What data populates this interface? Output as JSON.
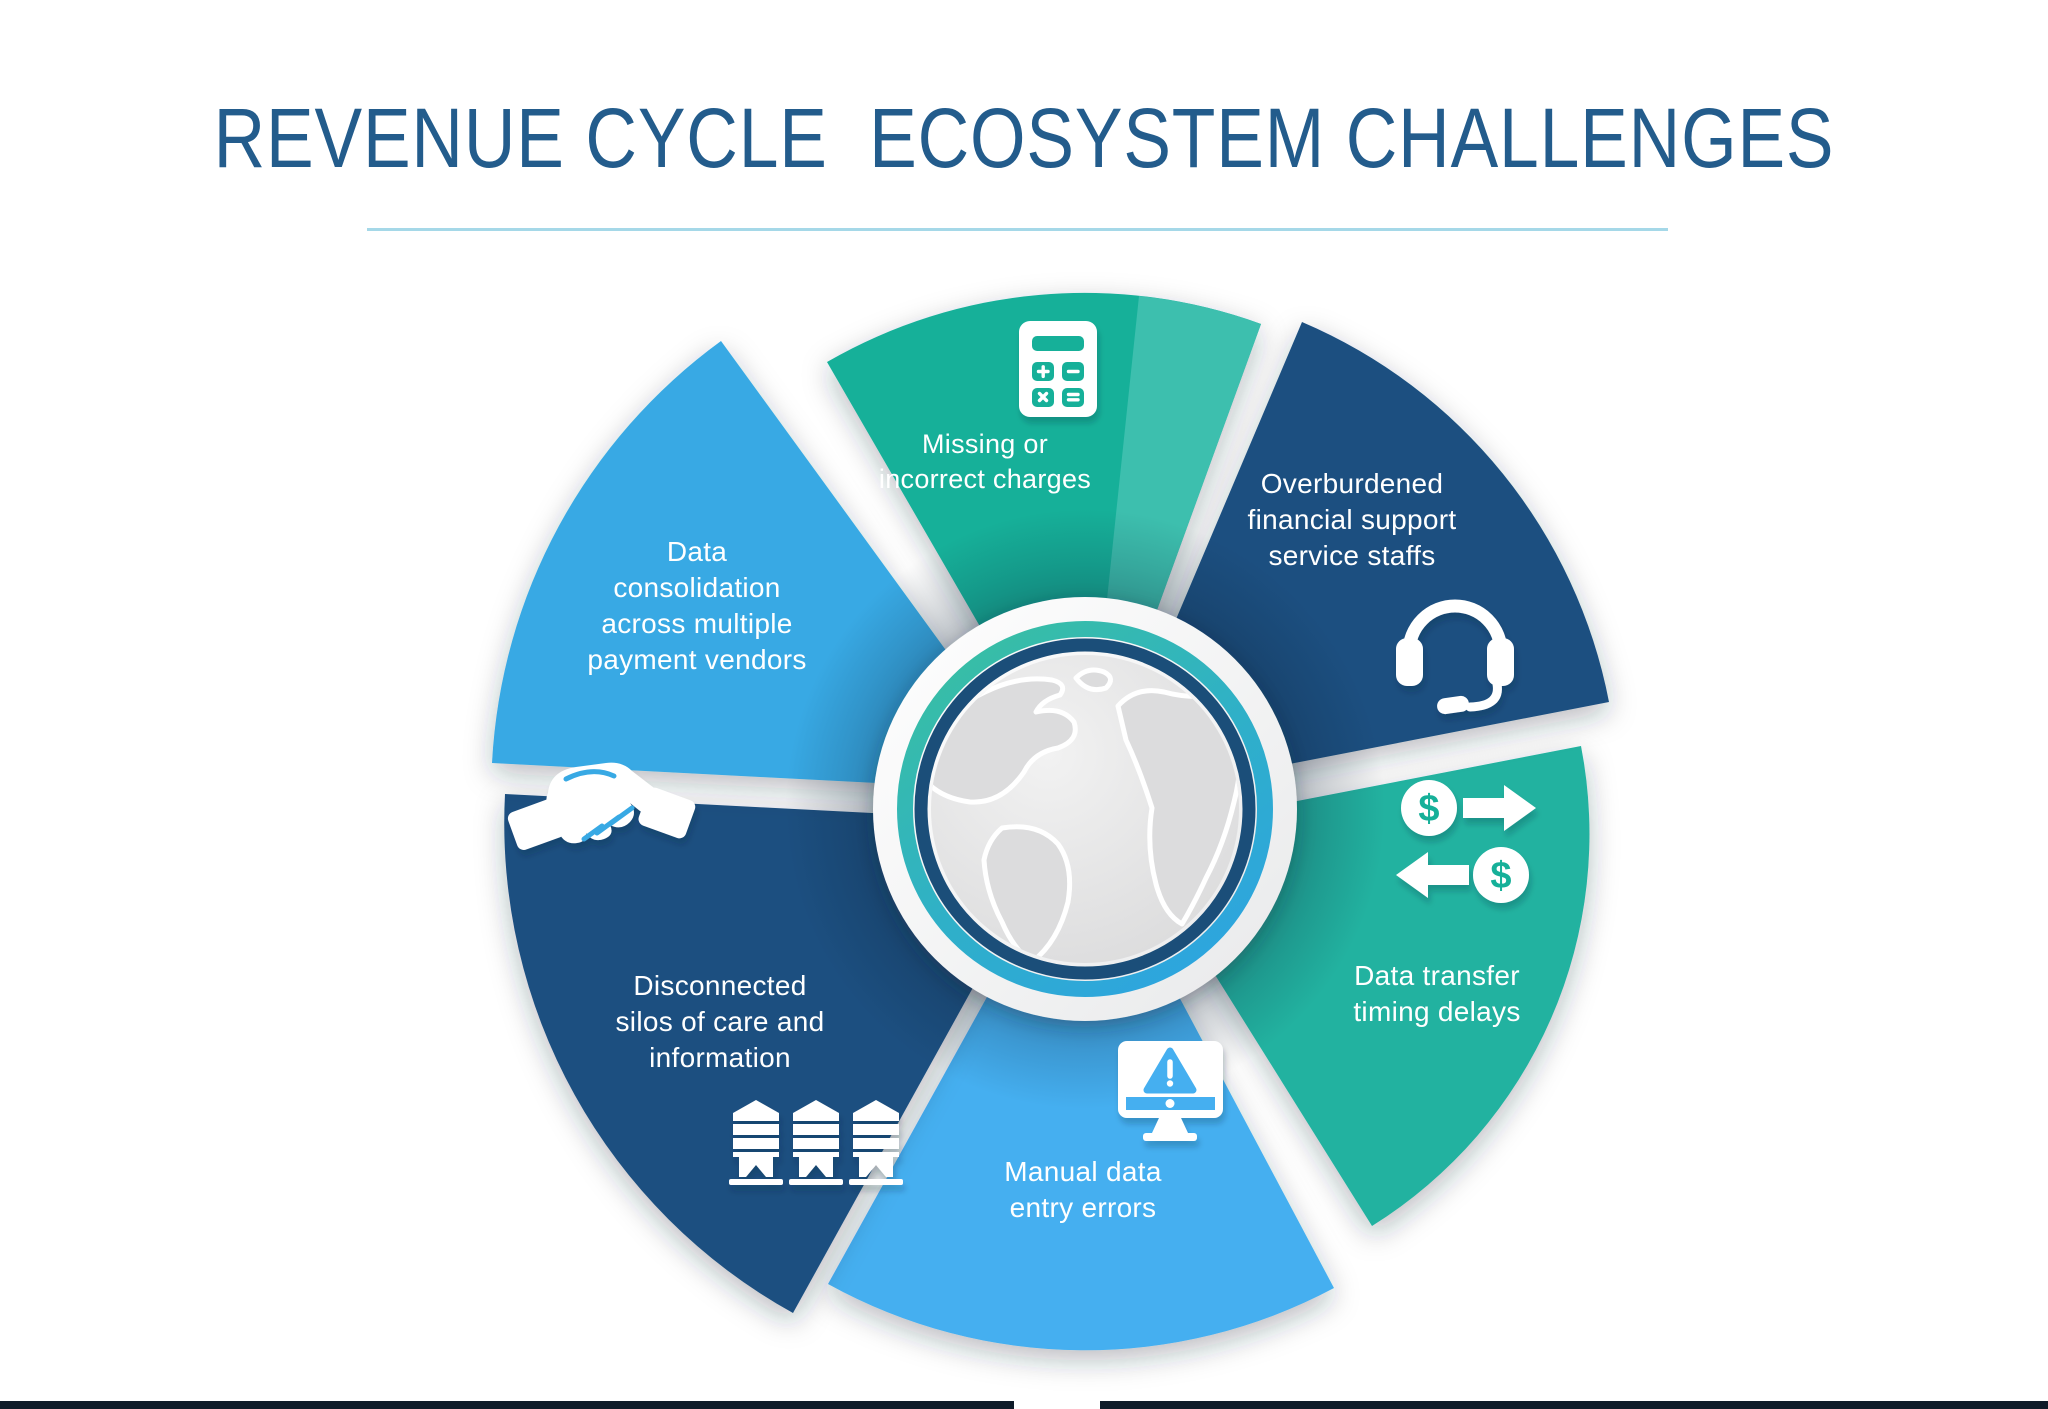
{
  "title": "REVENUE CYCLE  ECOSYSTEM CHALLENGES",
  "segments": [
    {
      "name": "missing-charges",
      "label": "Missing or\nincorrect charges",
      "icon": "calculator-icon",
      "color": "#17b099"
    },
    {
      "name": "overburdened-support",
      "label": "Overburdened\nfinancial support\nservice staffs",
      "icon": "headset-icon",
      "color": "#1b5080"
    },
    {
      "name": "data-transfer-delays",
      "label": "Data transfer\ntiming delays",
      "icon": "money-exchange-icon",
      "color": "#20b2a0"
    },
    {
      "name": "manual-entry-errors",
      "label": "Manual data\nentry errors",
      "icon": "monitor-alert-icon",
      "color": "#45aff0"
    },
    {
      "name": "disconnected-silos",
      "label": "Disconnected\nsilos of care and\ninformation",
      "icon": "silos-icon",
      "color": "#1b5080"
    },
    {
      "name": "data-consolidation",
      "label": "Data\nconsolidation\nacross multiple\npayment vendors",
      "icon": "handshake-icon",
      "color": "#38a9e4"
    }
  ],
  "center_icon": "globe-icon",
  "icons": {
    "dollar_symbol": "$"
  },
  "colors": {
    "title": "#235c8c",
    "divider": "#a5d8e8",
    "navy": "#1b5080",
    "teal": "#20b2a0",
    "teal_light": "#3dbfae",
    "blue": "#45aff0",
    "blue_muted": "#38a9e4",
    "ring_navy": "#1b4e79",
    "globe_gray": "#dcdcdd",
    "footer_bar": "#0e1b29"
  }
}
